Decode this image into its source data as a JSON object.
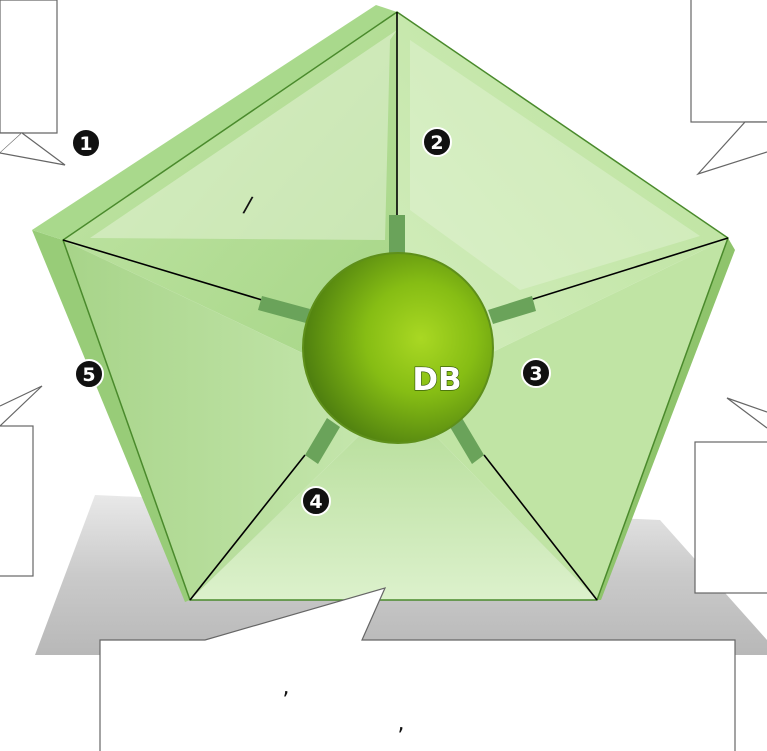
{
  "center": {
    "label": "DB"
  },
  "markers": [
    {
      "number": "1"
    },
    {
      "number": "2"
    },
    {
      "number": "3"
    },
    {
      "number": "4"
    },
    {
      "number": "5"
    }
  ],
  "segment_marks": [
    {
      "text": "/"
    }
  ],
  "bottom_box": {
    "lines": [
      ",",
      ","
    ]
  },
  "colors": {
    "pentagon_light": "#d9f0c8",
    "pentagon_mid": "#b5df97",
    "pentagon_dark": "#8fc46d",
    "sphere_highlight": "#9acd18",
    "sphere_dark": "#4c7d12",
    "connector": "#6aa35a",
    "badge_fill": "#111111",
    "badge_outline": "#ffffff",
    "shadow": "#bdbdbd"
  }
}
